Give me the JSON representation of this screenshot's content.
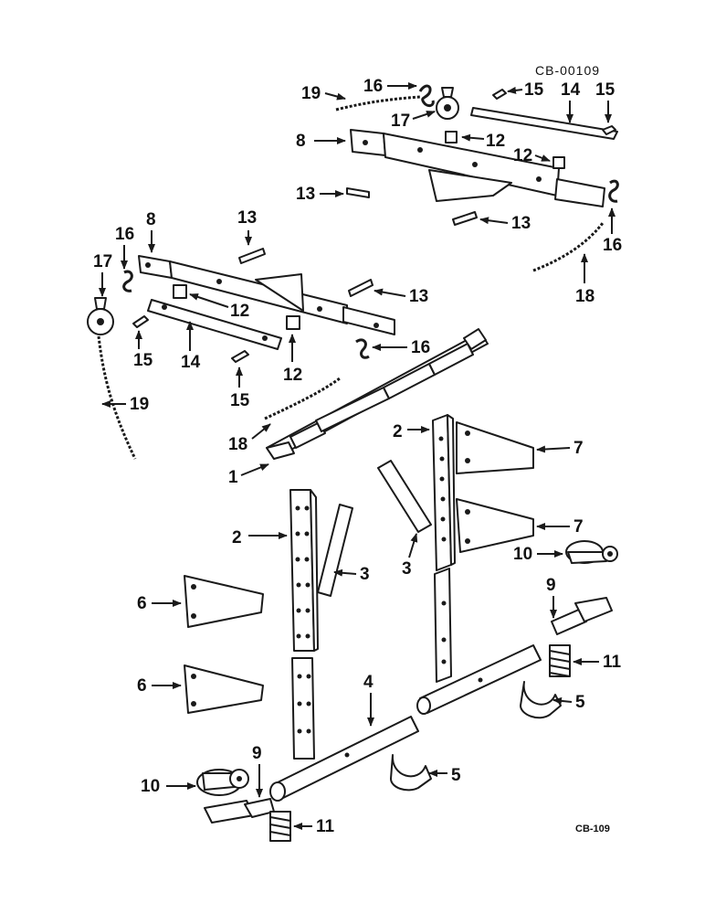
{
  "diagram": {
    "figure_code_top": "CB-00109",
    "figure_code_bottom": "CB-109",
    "callouts": {
      "c1": "1",
      "c2a": "2",
      "c2b": "2",
      "c3a": "3",
      "c3b": "3",
      "c4": "4",
      "c5a": "5",
      "c5b": "5",
      "c6a": "6",
      "c6b": "6",
      "c7a": "7",
      "c7b": "7",
      "c8a": "8",
      "c8b": "8",
      "c9a": "9",
      "c9b": "9",
      "c10a": "10",
      "c10b": "10",
      "c11a": "11",
      "c11b": "11",
      "c12a": "12",
      "c12b": "12",
      "c12c": "12",
      "c12d": "12",
      "c13a": "13",
      "c13b": "13",
      "c13c": "13",
      "c13d": "13",
      "c14a": "14",
      "c14b": "14",
      "c15a": "15",
      "c15b": "15",
      "c15c": "15",
      "c15d": "15",
      "c16a": "16",
      "c16b": "16",
      "c16c": "16",
      "c16d": "16",
      "c17a": "17",
      "c17b": "17",
      "c18a": "18",
      "c18b": "18",
      "c19a": "19",
      "c19b": "19"
    }
  }
}
